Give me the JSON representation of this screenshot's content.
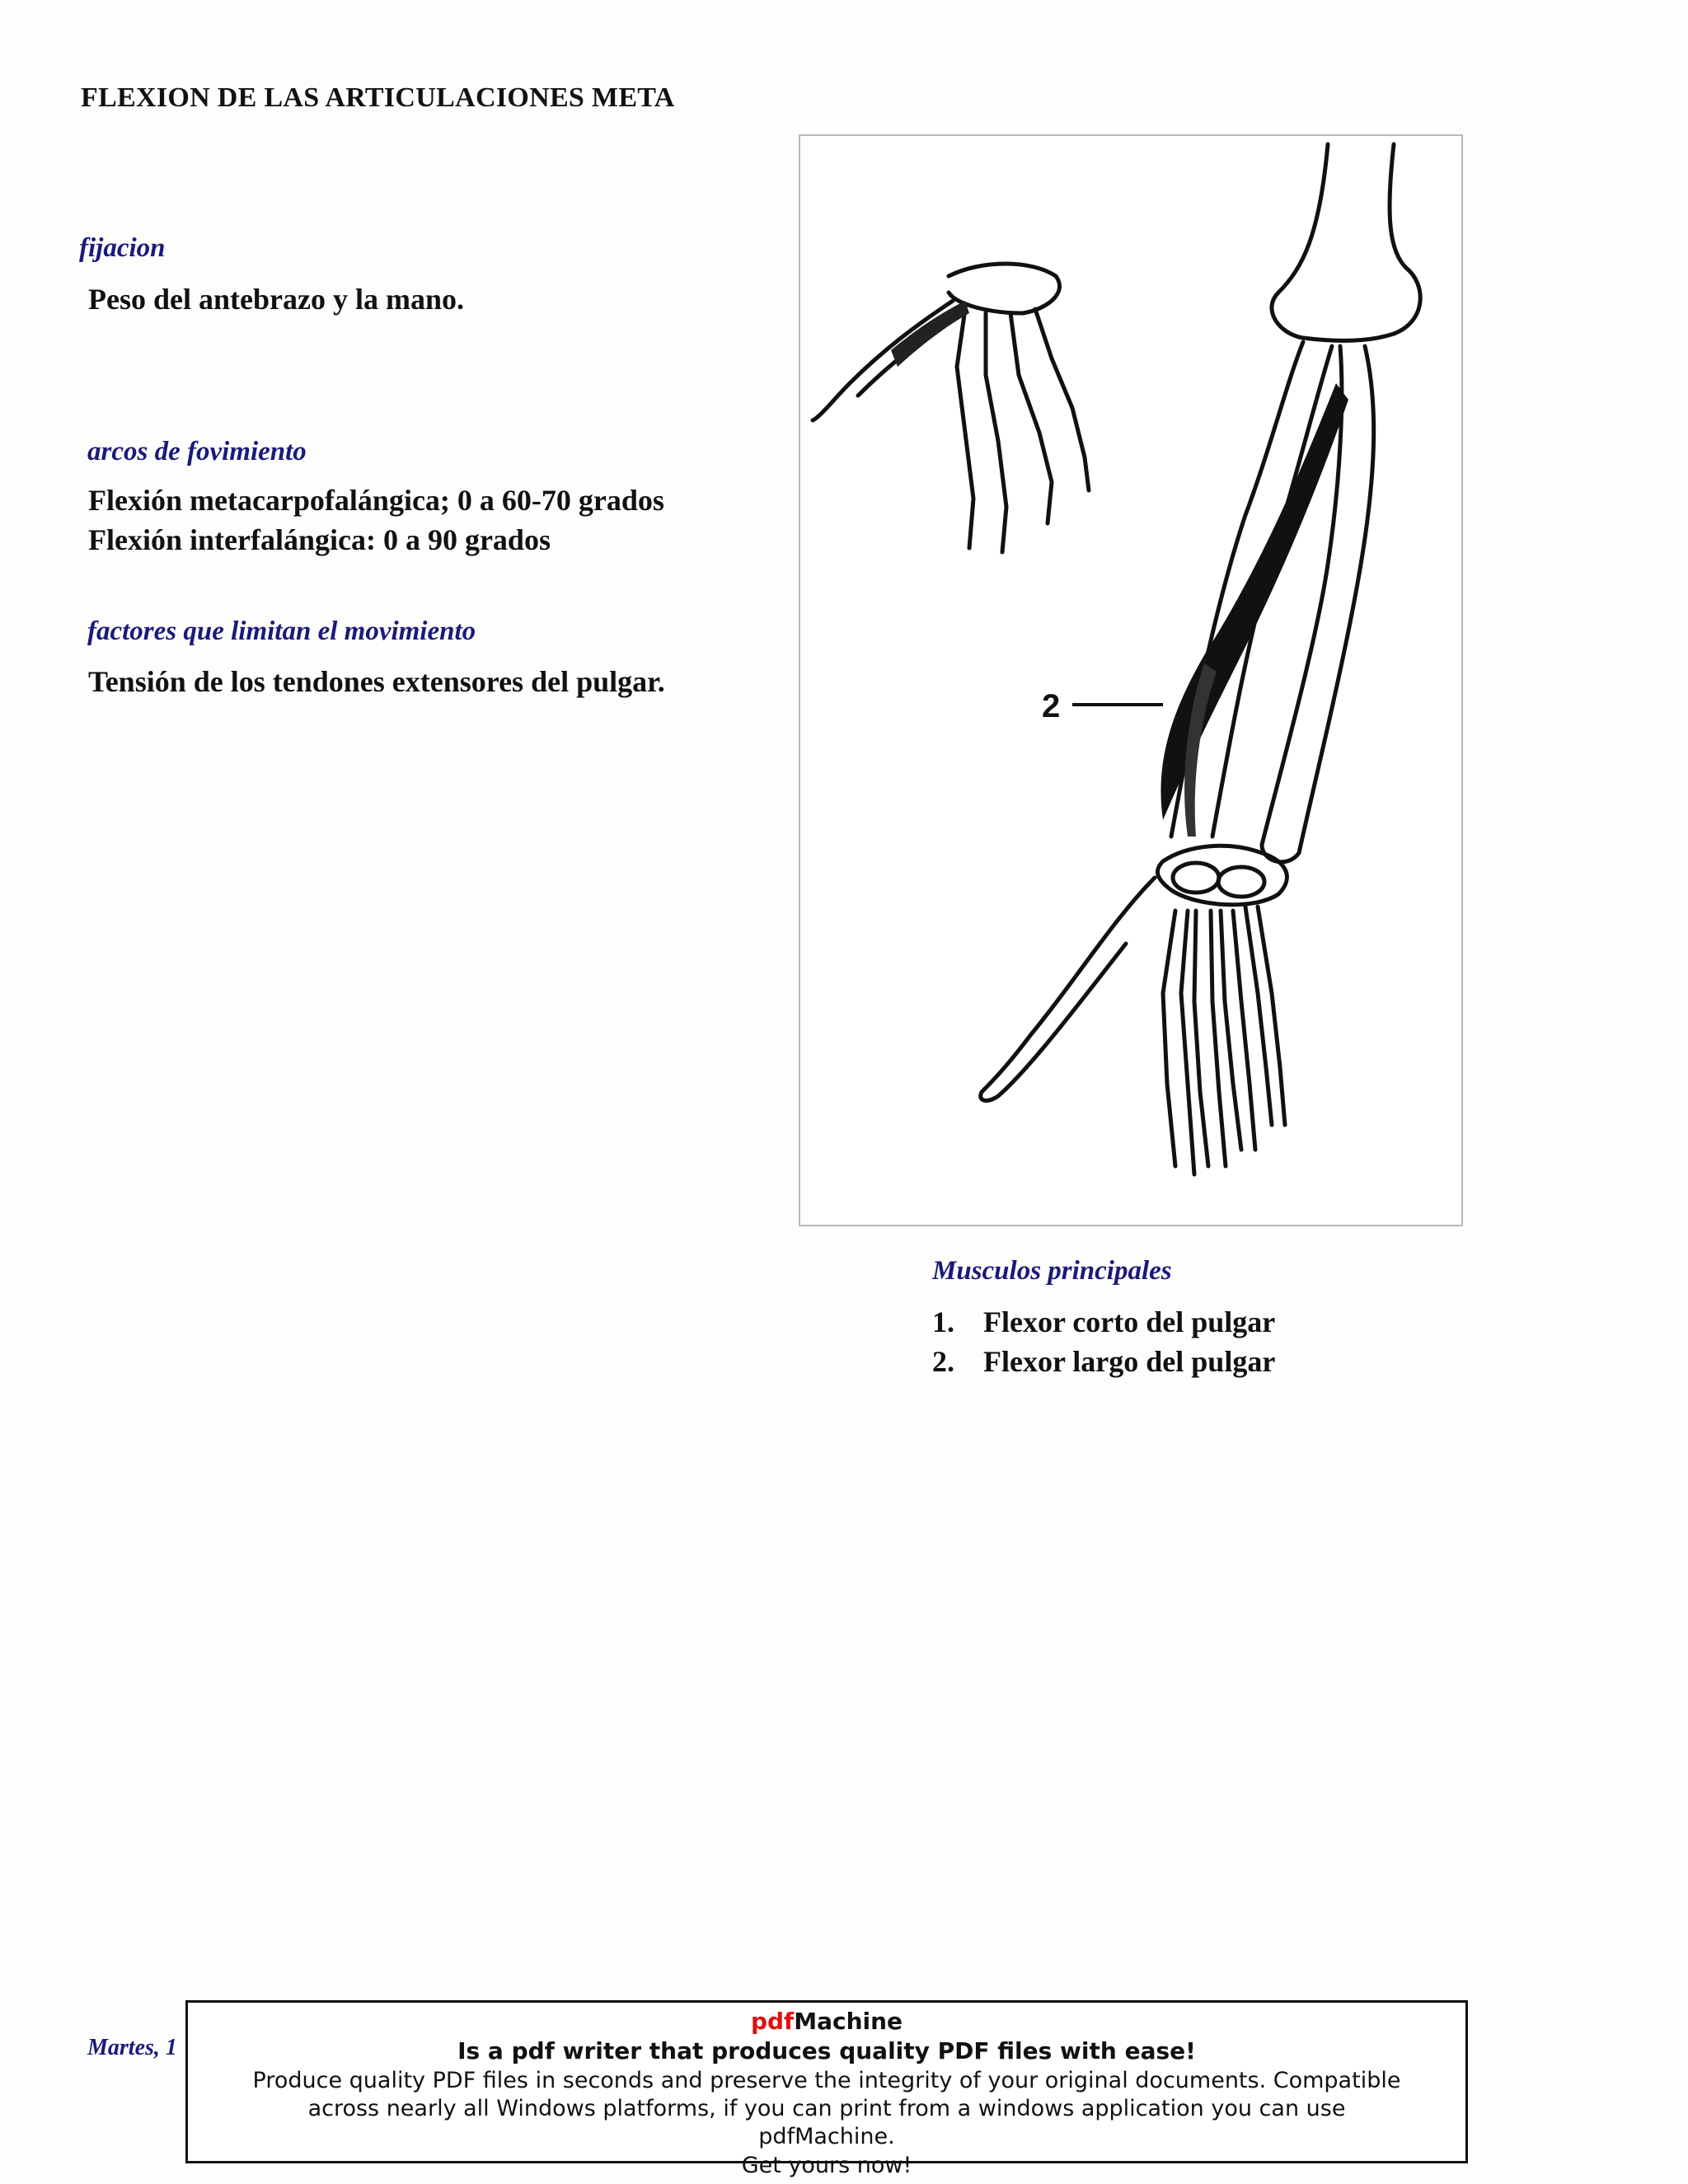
{
  "title": "FLEXION DE LAS ARTICULACIONES META",
  "sections": {
    "fixation": {
      "heading": "fijacion",
      "text": "Peso del antebrazo y la mano."
    },
    "range": {
      "heading": "arcos de fovimiento",
      "lines": [
        "Flexión metacarpofalángica; 0 a 60-70 grados",
        "Flexión interfalángica: 0 a 90 grados"
      ]
    },
    "limits": {
      "heading": "factores que limitan el movimiento",
      "text": "Tensión de los tendones extensores del pulgar."
    }
  },
  "figure": {
    "label_2": "2"
  },
  "muscles": {
    "heading": "Musculos principales",
    "items": [
      {
        "num": "1.",
        "name": "Flexor corto del pulgar"
      },
      {
        "num": "2.",
        "name": "Flexor largo del pulgar"
      }
    ]
  },
  "footer": {
    "date": "Martes, 1"
  },
  "ad": {
    "brand_red": "pdf",
    "brand_black": "Machine",
    "tagline": "Is a pdf writer that produces quality PDF files with ease!",
    "description": "Produce quality PDF files in seconds and preserve the integrity of your original documents. Compatible across nearly all Windows platforms, if you can print from a windows application you can use pdfMachine.",
    "cta": "Get yours now!"
  }
}
